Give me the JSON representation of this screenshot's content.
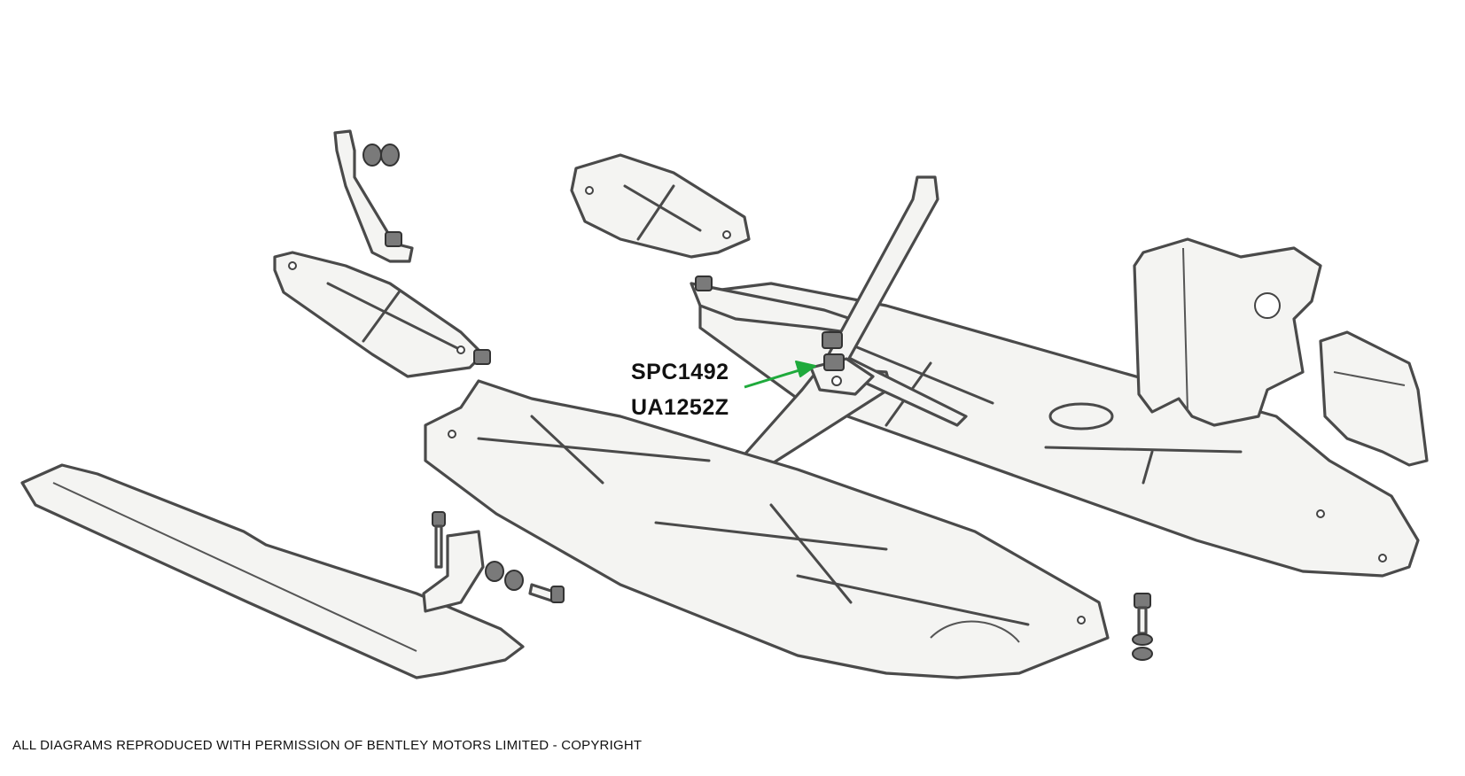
{
  "callout": {
    "part_number_1": "SPC1492",
    "part_number_2": "UA1252Z",
    "arrow_color": "#1faa3c"
  },
  "footer": {
    "copyright": "ALL DIAGRAMS REPRODUCED WITH PERMISSION OF BENTLEY MOTORS LIMITED - COPYRIGHT"
  },
  "colors": {
    "line": "#4a4a4a",
    "fill": "#f4f4f2"
  }
}
